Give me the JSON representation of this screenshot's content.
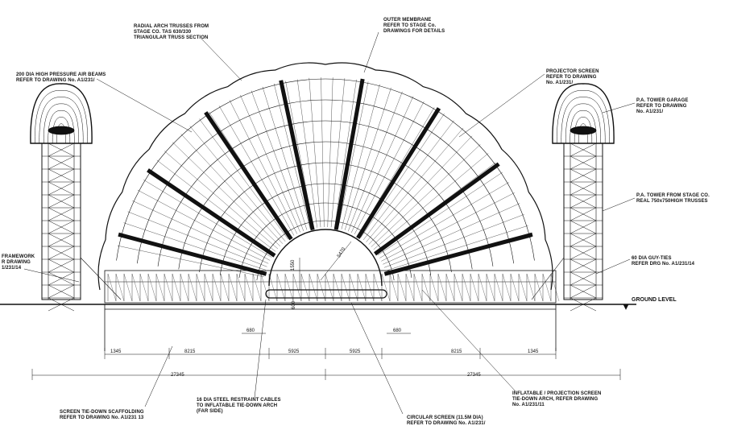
{
  "labels": {
    "radial_arch_trusses": [
      "RADIAL ARCH TRUSSES FROM",
      "STAGE CO. TAS 630/330",
      "TRIANGULAR TRUSS SECTION"
    ],
    "outer_membrane": [
      "OUTER MEMBRANE",
      "REFER TO STAGE Co.",
      "DRAWINGS FOR DETAILS"
    ],
    "air_beams": [
      "200 DIA HIGH PRESSURE AIR BEAMS",
      "REFER TO DRAWING No. A1/231/"
    ],
    "projector_screen": [
      "PROJECTOR SCREEN",
      "REFER TO DRAWING",
      "No. A1/231/"
    ],
    "pa_tower_garage": [
      "P.A. TOWER GARAGE",
      "REFER TO DRAWING",
      "No. A1/231/"
    ],
    "pa_tower_stage": [
      "P.A. TOWER FROM STAGE CO.",
      "REAL 750x750HIGH TRUSSES"
    ],
    "framework": [
      "FRAMEWORK",
      "R DRAWING",
      "1/231/14"
    ],
    "guy_ties": [
      "60 DIA GUY-TIES",
      "REFER DRG No. A1/231/14"
    ],
    "ground_level": "GROUND LEVEL",
    "scaffolding": [
      "SCREEN TIE-DOWN SCAFFOLDING",
      "REFER TO DRAWING No. A1/231 13"
    ],
    "restraint_cables": [
      "16 DIA STEEL RESTRAINT CABLES",
      "TO INFLATABLE TIE-DOWN ARCH",
      "(FAR SIDE)"
    ],
    "circular_screen": [
      "CIRCULAR SCREEN (11.5M DIA)",
      "REFER TO DRAWING No. A1/231/"
    ],
    "inflatable_screen": [
      "INFLATABLE / PROJECTION SCREEN",
      "TIE-DOWN ARCH, REFER DRAWING",
      "No. A1/231/11"
    ]
  },
  "dimensions": {
    "d_1345_left": "1345",
    "d_8215_left": "8215",
    "d_5925_left": "5925",
    "d_5925_right": "5925",
    "d_8215_right": "8215",
    "d_1345_right": "1345",
    "d_27345_left": "27345",
    "d_27345_right": "27345",
    "d_680_left": "680",
    "d_680_right": "680",
    "d_1550": "1550",
    "d_5470": "5470",
    "d_600": "600"
  }
}
